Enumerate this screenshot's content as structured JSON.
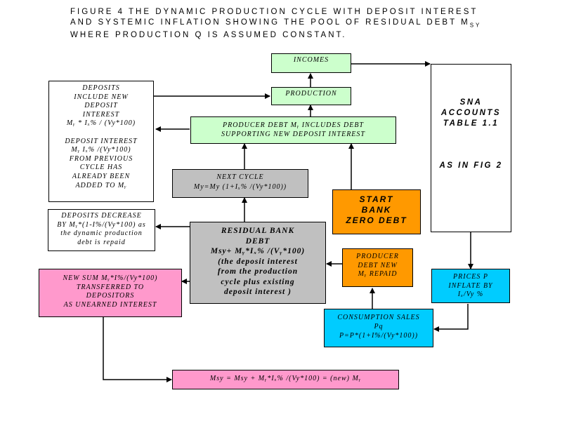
{
  "title": {
    "line1": "FIGURE 4    THE DYNAMIC PRODUCTION CYCLE WITH DEPOSIT INTEREST",
    "line2": "AND SYSTEMIC INFLATION SHOWING THE POOL OF RESIDUAL DEBT M",
    "line2_sub": "SY",
    "line3": "WHERE PRODUCTION Q IS ASSUMED CONSTANT."
  },
  "colors": {
    "light_green": "#ccffcc",
    "grey": "#c0c0c0",
    "orange": "#ff9900",
    "pink": "#ff99cc",
    "cyan": "#00ccff",
    "white": "#ffffff"
  },
  "boxes": {
    "incomes": {
      "lines": [
        "INCOMES"
      ]
    },
    "production": {
      "lines": [
        "PRODUCTION"
      ]
    },
    "deposits": {
      "lines": [
        "DEPOSITS",
        "INCLUDE NEW",
        "DEPOSIT",
        "INTEREST",
        "Mᵧ * Iₓ% / (Vy*100)",
        "",
        "DEPOSIT INTEREST",
        "Mᵧ Iₓ% /(Vy*100)",
        "FROM  PREVIOUS",
        "CYCLE HAS",
        "ALREADY BEEN",
        "ADDED TO Mᵧ"
      ]
    },
    "producer_debt": {
      "lines": [
        "PRODUCER DEBT Mᵧ INCLUDES DEBT",
        "SUPPORTING NEW DEPOSIT INTEREST"
      ]
    },
    "next_cycle": {
      "lines": [
        "NEXT CYCLE",
        "My=My (1+Iₓ% /(Vy*100))"
      ]
    },
    "start_bank": {
      "lines": [
        "START",
        "BANK",
        "ZERO DEBT"
      ]
    },
    "sna": {
      "lines": [
        "SNA",
        "ACCOUNTS",
        "TABLE 1.1",
        "",
        "",
        "",
        "AS IN FIG 2"
      ]
    },
    "deposits_decrease": {
      "lines": [
        "DEPOSITS DECREASE",
        "BY Mᵧ*(1-I%/(Vy*100) as",
        "the dynamic production",
        "debt is  repaid"
      ]
    },
    "residual": {
      "lines": [
        "RESIDUAL BANK",
        "DEBT",
        "Msy+ Mᵧ*Iₓ% /(Vᵧ*100)",
        "(the deposit interest",
        "from the production",
        "cycle plus existing",
        "deposit interest )"
      ]
    },
    "producer_repaid": {
      "lines": [
        "PRODUCER",
        "DEBT NEW",
        "Mᵧ REPAID"
      ]
    },
    "new_sum": {
      "lines": [
        "NEW SUM Mᵧ*I%/(Vy*100)",
        "TRANSFERRED TO",
        "DEPOSITORS",
        "AS UNEARNED INTEREST"
      ]
    },
    "prices": {
      "lines": [
        "PRICES P",
        "INFLATE BY",
        "Iₓ/Vy %"
      ]
    },
    "consumption": {
      "lines": [
        "CONSUMPTION SALES",
        "Pq",
        "P=P*(1+I%/(Vy*100))"
      ]
    },
    "msy": {
      "lines": [
        "Msy = Msy + Mᵧ*Iₓ% /(Vy*100) = (new) Mᵧ"
      ]
    }
  }
}
